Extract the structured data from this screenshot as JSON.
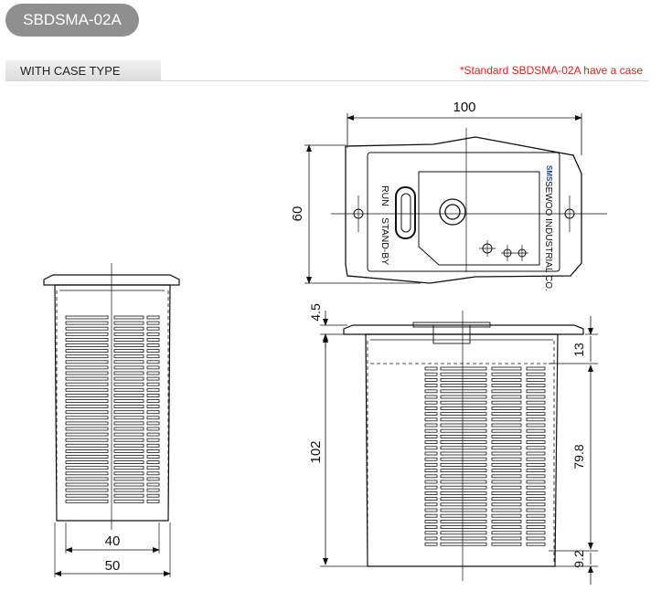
{
  "header": {
    "model_badge": "SBDSMA-02A",
    "section_title": "WITH CASE TYPE",
    "note": "*Standard SBDSMA-02A have a case"
  },
  "drawing": {
    "top_view": {
      "width_dim": "100",
      "height_dim": "60",
      "label_run": "RUN",
      "label_standby": "STAND-BY",
      "brand_logo": "SMS",
      "brand_name": "SEWOO INDUSTRIAL CO."
    },
    "front_view": {
      "dim_flange": "4.5",
      "dim_top": "13",
      "dim_height": "102",
      "dim_vent": "79.8",
      "dim_bottom": "9.2"
    },
    "side_view": {
      "dim_inner": "40",
      "dim_outer": "50"
    }
  }
}
